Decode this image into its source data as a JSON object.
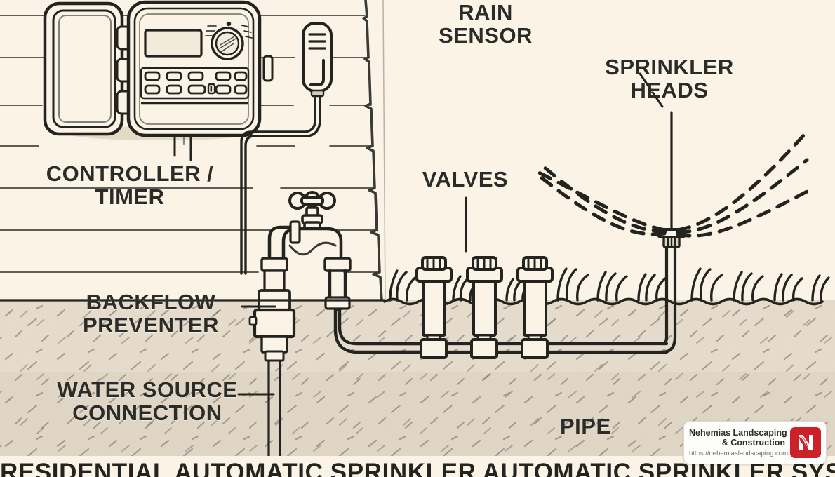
{
  "diagram": {
    "bottom_title": "RESIDENTIAL AUTOMATIC SPRINKLER AUTOMATIC SPRINKLER SYSTEM",
    "labels": {
      "controller": "CONTROLLER /\nTIMER",
      "rain_sensor": "RAIN\nSENSOR",
      "sprinkler_heads": "SPRINKLER\nHEADS",
      "valves": "VALVES",
      "backflow_preventer": "BACKFLOW\nPREVENTER",
      "water_source": "WATER SOURCE\nCONNECTION",
      "pipe": "PIPE"
    },
    "colors": {
      "background": "#faf3e6",
      "soil": "#e7ded0",
      "ink": "#23231f",
      "line_thin": "#3a3a34",
      "brand_red": "#cc2128"
    },
    "components": {
      "valve_count": 3,
      "spray_arcs_per_side": 3,
      "controller_button_rows": 2,
      "rain_sensor_vent_lines": 3
    }
  },
  "watermark": {
    "company_line1": "Nehemias Landscaping",
    "company_line2": "& Construction",
    "url": "https://nehemiaslandscaping.com",
    "logo_letter": "N"
  }
}
